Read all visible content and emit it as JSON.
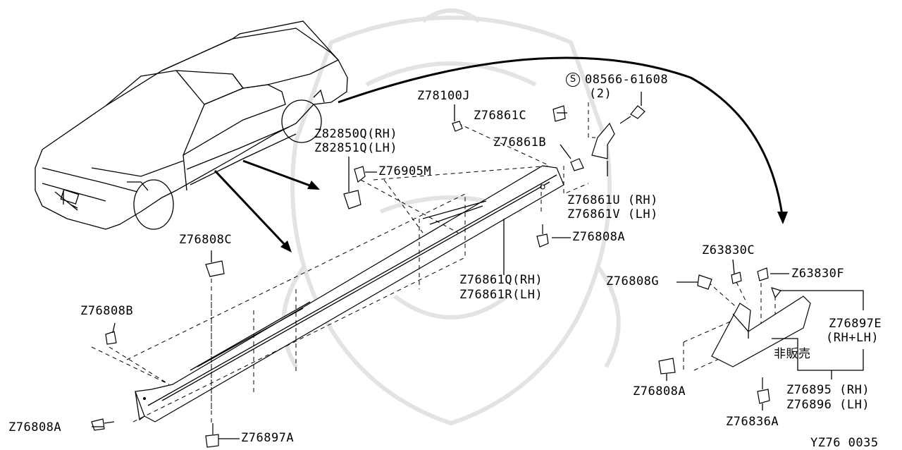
{
  "labels": {
    "l_08566": "08566-61608",
    "l_08566_qty": "(2)",
    "l_z78100j": "Z78100J",
    "l_z76861c": "Z76861C",
    "l_z82850q": "Z82850Q(RH)",
    "l_z82851q": "Z82851Q(LH)",
    "l_z76861b": "Z76861B",
    "l_z76905m": "Z76905M",
    "l_z76861u": "Z76861U (RH)",
    "l_z76861v": "Z76861V (LH)",
    "l_z76808a_top": "Z76808A",
    "l_z76808c": "Z76808C",
    "l_z63830c": "Z63830C",
    "l_z76861q": "Z76861Q(RH)",
    "l_z76861r": "Z76861R(LH)",
    "l_z76808g": "Z76808G",
    "l_z63830f": "Z63830F",
    "l_z76808b": "Z76808B",
    "l_z76897e": "Z76897E",
    "l_z76897e_side": "(RH+LH)",
    "l_hihanbai": "非販売",
    "l_z76808a_right": "Z76808A",
    "l_z76895": "Z76895 (RH)",
    "l_z76896": "Z76896 (LH)",
    "l_z76808a_left": "Z76808A",
    "l_z76897a": "Z76897A",
    "l_z76836a": "Z76836A",
    "l_code": "YZ76  0035"
  },
  "symbols": {
    "screw_mark": "S"
  }
}
